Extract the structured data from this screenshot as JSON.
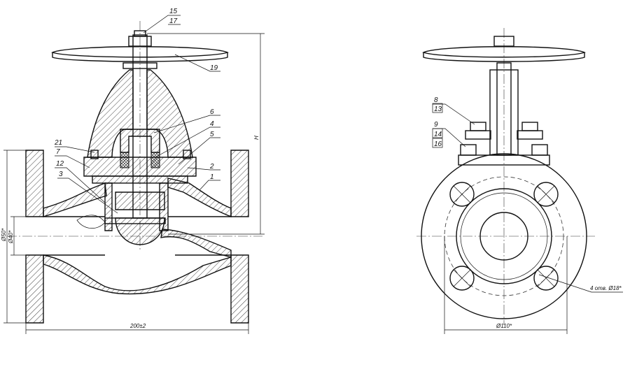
{
  "left_view": {
    "callouts": [
      "15",
      "17",
      "19",
      "6",
      "4",
      "5",
      "2",
      "1",
      "21",
      "7",
      "12",
      "3"
    ],
    "dim_height": "H",
    "dim_outer_dia": "Ø50*",
    "dim_bore_dia": "Ø40*",
    "dim_length": "200±2"
  },
  "right_view": {
    "callouts": [
      "8",
      "13",
      "9",
      "14",
      "16"
    ],
    "dim_holes": "4 отв. Ø18*",
    "dim_bolt_circle": "Ø110*"
  }
}
